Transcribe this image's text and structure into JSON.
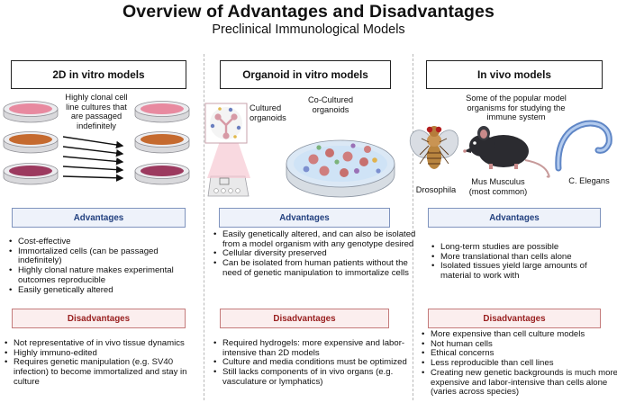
{
  "title": "Overview of Advantages and Disadvantages",
  "subtitle": "Preclinical Immunological Models",
  "columns": [
    {
      "header": "2D in vitro models",
      "image_caption": "Highly clonal cell line cultures that are passaged indefinitely",
      "advantages_label": "Advantages",
      "advantages": [
        "Cost-effective",
        "Immortalized cells (can be passaged indefinitely)",
        "Highly clonal nature makes experimental outcomes reproducible",
        "Easily genetically altered"
      ],
      "disadvantages_label": "Disadvantages",
      "disadvantages": [
        "Not representative of in vivo tissue dynamics",
        "Highly immuno-edited",
        "Requires genetic manipulation (e.g. SV40 infection) to become immortalized and stay in culture"
      ]
    },
    {
      "header": "Organoid in vitro models",
      "image_captions": [
        "Cultured organoids",
        "Co-Cultured organoids"
      ],
      "advantages_label": "Advantages",
      "advantages": [
        "Easily genetically altered, and can also be isolated from a model organism with any genotype desired",
        "Cellular diversity preserved",
        "Can be isolated from human patients without the need of genetic manipulation to immortalize cells"
      ],
      "disadvantages_label": "Disadvantages",
      "disadvantages": [
        "Required hydrogels: more expensive and labor-intensive than 2D models",
        "Culture and media conditions must be optimized",
        "Still lacks components of in vivo organs (e.g. vasculature or lymphatics)"
      ]
    },
    {
      "header": "In vivo models",
      "image_caption": "Some of the popular model organisms for studying the immune system",
      "organisms": [
        "Drosophila",
        "Mus Musculus (most common)",
        "C. Elegans"
      ],
      "advantages_label": "Advantages",
      "advantages": [
        "Long-term studies are possible",
        "More translational than cells alone",
        "Isolated tissues yield large amounts of material to work with"
      ],
      "disadvantages_label": "Disadvantages",
      "disadvantages": [
        "More expensive than cell culture models",
        "Not human cells",
        "Ethical concerns",
        "Less reproducible than cell lines",
        "Creating new genetic backgrounds is much more expensive and labor-intensive than cells alone (varies across species)"
      ]
    }
  ],
  "colors": {
    "adv_border": "#7f93bd",
    "adv_text": "#22407f",
    "dis_border": "#c47b7b",
    "dis_text": "#992020",
    "dish_pink": "#e88aa0",
    "dish_orange": "#c56a2f",
    "dish_purple": "#9c3a5f"
  }
}
